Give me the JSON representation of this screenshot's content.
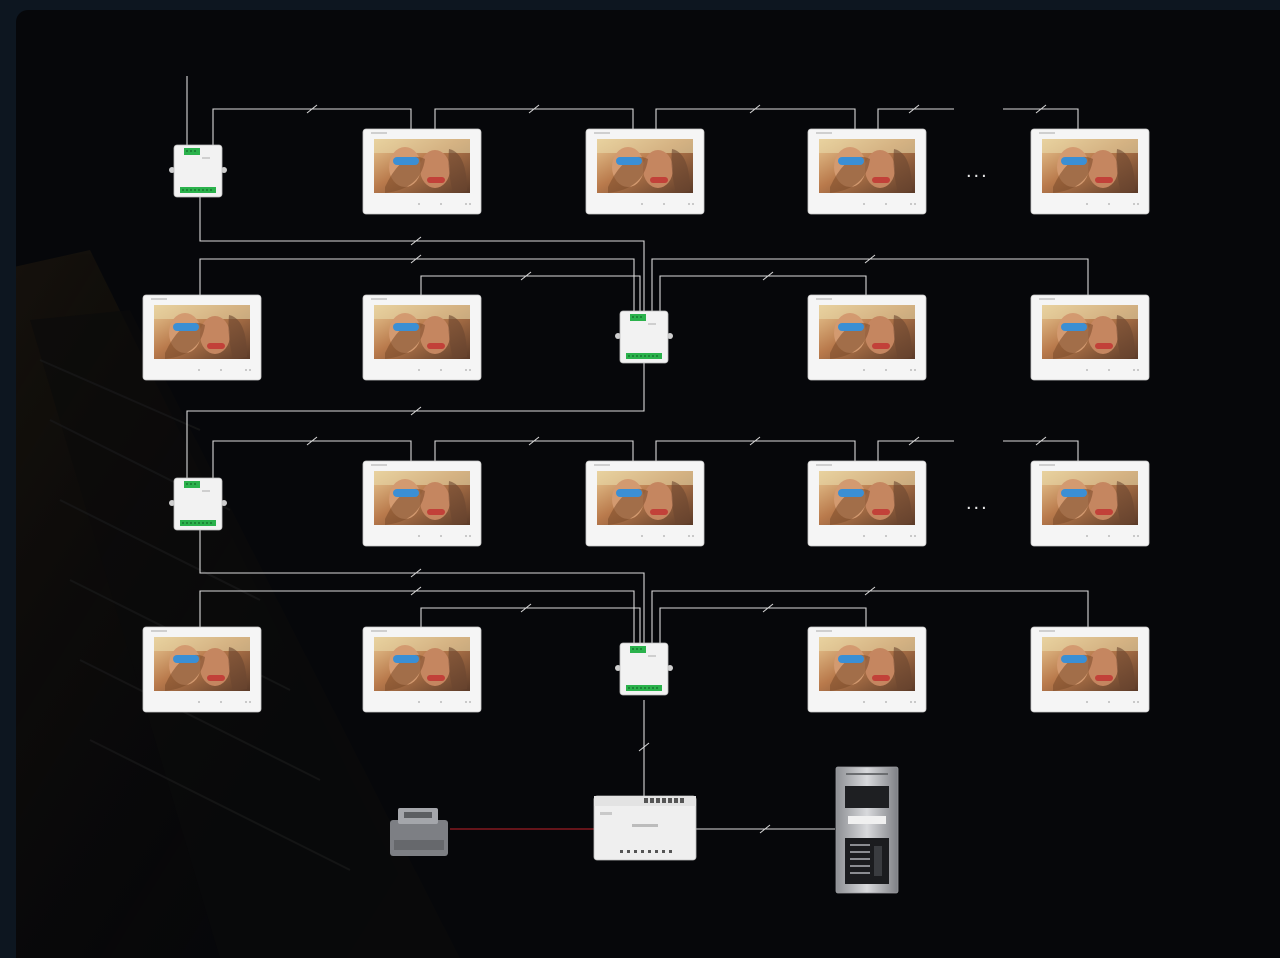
{
  "diagram": {
    "ellipsis_symbol": "...",
    "row_count": 4,
    "devices": {
      "indoor_monitor": "indoor-monitor",
      "distributor": "video-distributor",
      "power_supply": "power-supply",
      "switch_unit": "system-controller",
      "door_station": "door-station"
    },
    "colors": {
      "background": "#06070a",
      "frame": "#0d1620",
      "wire": "#d9d9d9",
      "power_wire": "#c0202a",
      "monitor_body": "#f4f4f4",
      "connector": "#2bb24c"
    }
  }
}
